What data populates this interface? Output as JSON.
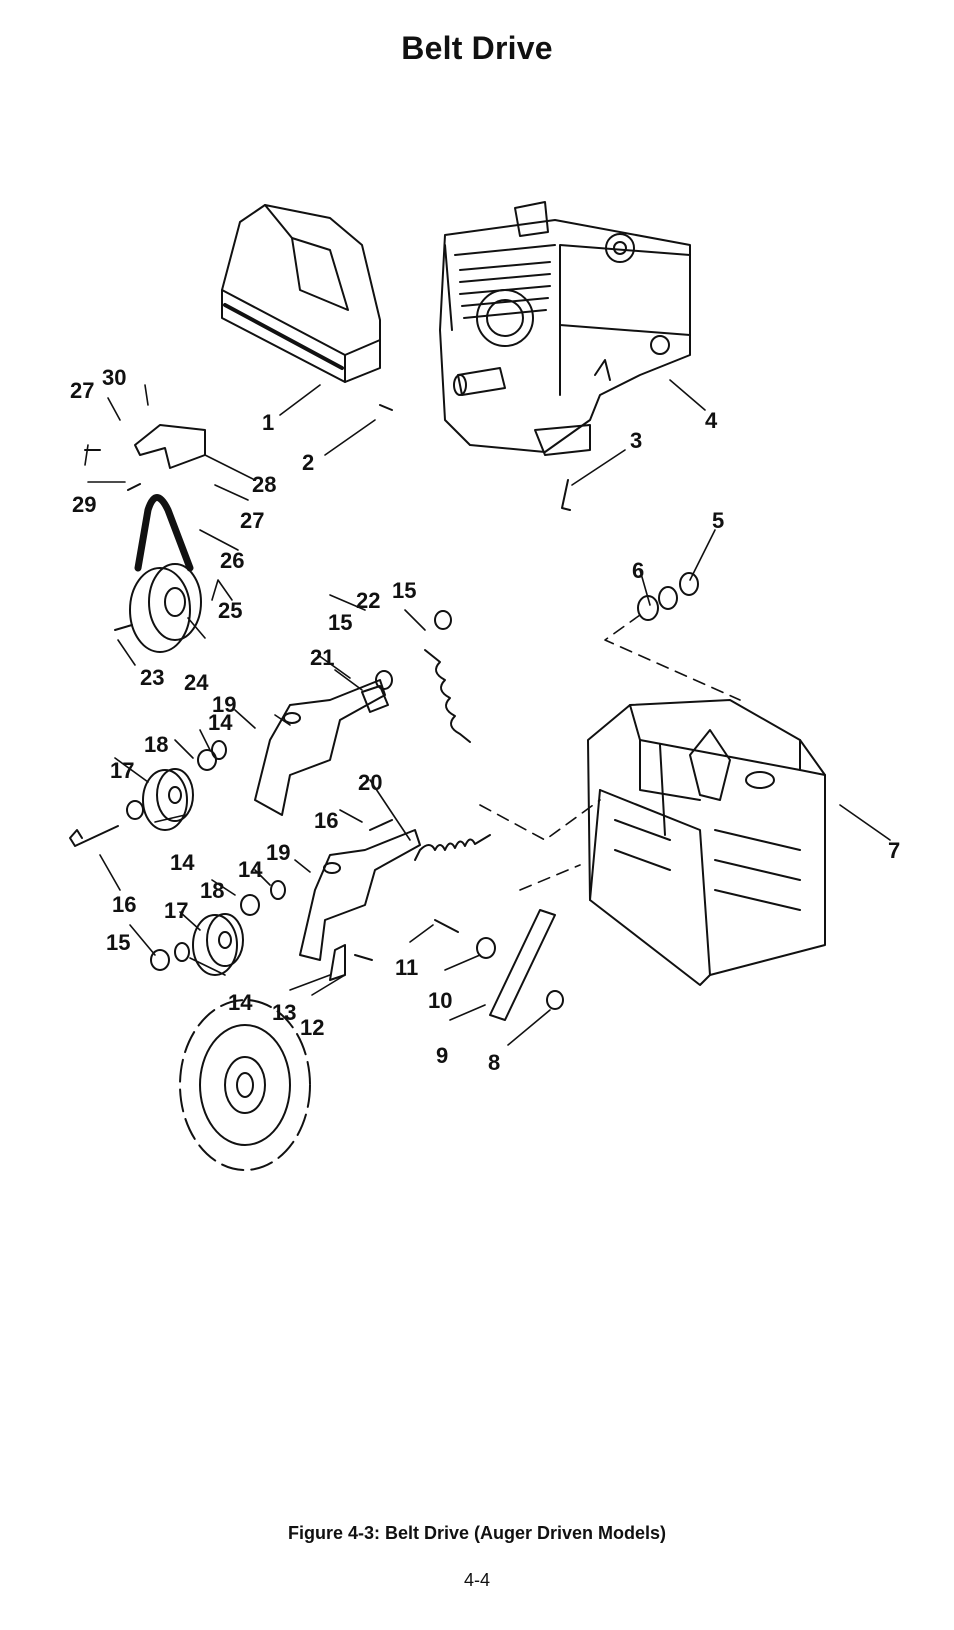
{
  "page": {
    "title": "Belt Drive",
    "caption": "Figure 4-3: Belt Drive (Auger Driven Models)",
    "page_number": "4-4"
  },
  "callouts": {
    "c1": "1",
    "c2": "2",
    "c3": "3",
    "c4": "4",
    "c5": "5",
    "c6": "6",
    "c7": "7",
    "c8": "8",
    "c9": "9",
    "c10": "10",
    "c11": "11",
    "c12": "12",
    "c13": "13",
    "c14a": "14",
    "c14b": "14",
    "c14c": "14",
    "c14d": "14",
    "c15a": "15",
    "c15b": "15",
    "c15c": "15",
    "c16a": "16",
    "c16b": "16",
    "c17a": "17",
    "c17b": "17",
    "c18a": "18",
    "c18b": "18",
    "c19a": "19",
    "c19b": "19",
    "c20": "20",
    "c21": "21",
    "c22": "22",
    "c23": "23",
    "c24": "24",
    "c25": "25",
    "c26": "26",
    "c27a": "27",
    "c27b": "27",
    "c28": "28",
    "c29": "29",
    "c30": "30"
  }
}
